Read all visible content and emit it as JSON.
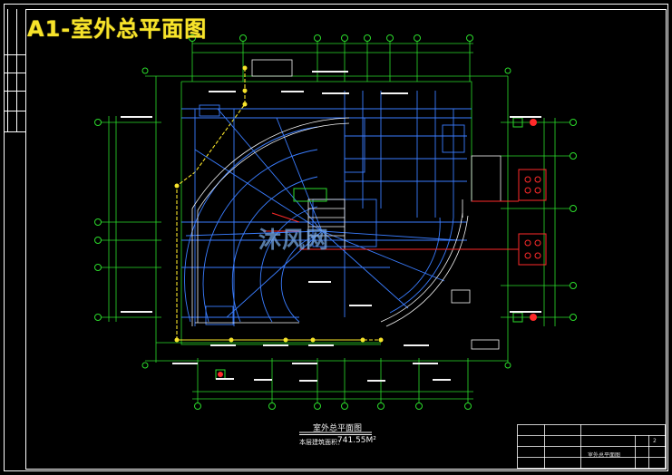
{
  "drawing": {
    "title": "A1-室外总平面图",
    "plan_name": "室外总平面图",
    "area_label": "本层建筑面积：",
    "area_value": "741.55M²",
    "watermark": "沐风网"
  },
  "title_block": {
    "sheet_name": "室外总平面图",
    "sheet_number": "2"
  },
  "colors": {
    "background": "#000000",
    "frame": "#ffffff",
    "title": "#f7e32a",
    "axis": "#2bdc2b",
    "plan": "#3a7dff",
    "alarm": "#ff2a2a",
    "annotation": "#f4f4f4"
  }
}
